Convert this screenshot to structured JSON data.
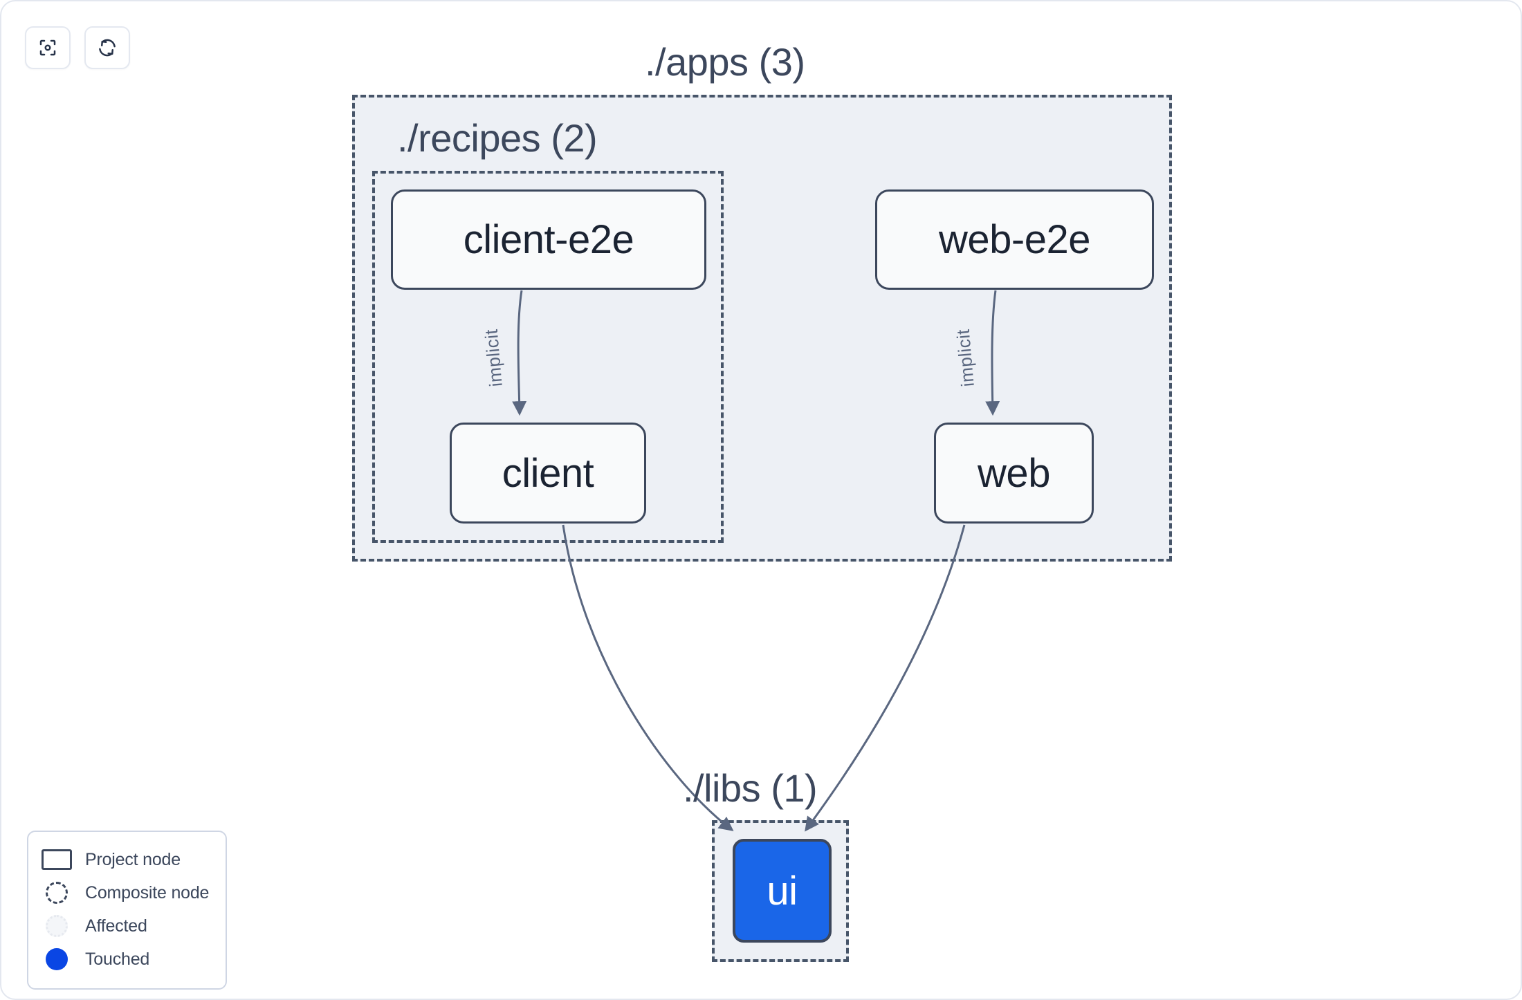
{
  "app": {
    "title": "Project Graph",
    "background": "#ffffff"
  },
  "colors": {
    "node_border": "#3c475c",
    "node_fill": "#f9fafb",
    "node_text": "#1b2332",
    "composite_fill": "#edf0f5",
    "composite_border": "#475569",
    "touched_blue": "#1a66e8",
    "legend_touched_blue": "#0a46e4",
    "edge_stroke": "#5a6780",
    "label_text": "#3c475c"
  },
  "toolbar": {
    "buttons": [
      {
        "name": "focus-graph-button",
        "icon": "focus-target-icon",
        "label": ""
      },
      {
        "name": "refresh-graph-button",
        "icon": "refresh-icon",
        "label": ""
      }
    ]
  },
  "graph": {
    "composites": [
      {
        "id": "apps",
        "label": "./apps (3)",
        "count": 3
      },
      {
        "id": "recipes",
        "label": "./recipes (2)",
        "count": 2
      },
      {
        "id": "libs",
        "label": "./libs (1)",
        "count": 1
      }
    ],
    "nodes": [
      {
        "id": "client-e2e",
        "label": "client-e2e",
        "parent": "recipes",
        "state": "normal"
      },
      {
        "id": "web-e2e",
        "label": "web-e2e",
        "parent": "apps",
        "state": "normal"
      },
      {
        "id": "client",
        "label": "client",
        "parent": "recipes",
        "state": "normal"
      },
      {
        "id": "web",
        "label": "web",
        "parent": "apps",
        "state": "normal"
      },
      {
        "id": "ui",
        "label": "ui",
        "parent": "libs",
        "state": "touched"
      }
    ],
    "edges": [
      {
        "from": "client-e2e",
        "to": "client",
        "label": "implicit"
      },
      {
        "from": "web-e2e",
        "to": "web",
        "label": "implicit"
      },
      {
        "from": "client",
        "to": "ui",
        "label": ""
      },
      {
        "from": "web",
        "to": "ui",
        "label": ""
      }
    ]
  },
  "legend": {
    "items": [
      {
        "swatch": "project-node-swatch",
        "label": "Project node"
      },
      {
        "swatch": "composite-node-swatch",
        "label": "Composite node"
      },
      {
        "swatch": "affected-swatch",
        "label": "Affected"
      },
      {
        "swatch": "touched-swatch",
        "label": "Touched"
      }
    ]
  }
}
